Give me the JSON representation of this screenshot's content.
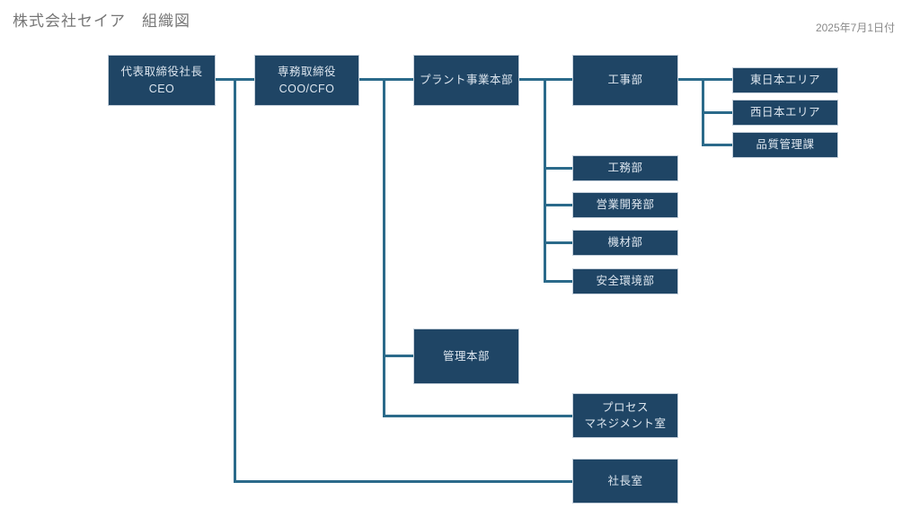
{
  "title": "株式会社セイア　組織図",
  "date": "2025年7月1日付",
  "colors": {
    "box_fill": "#1f4565",
    "box_border": "#c4cfda",
    "box_text": "#dde6ef",
    "connector": "#2b6a8a",
    "title_text": "#767676",
    "date_text": "#8a8a8a",
    "background": "#ffffff"
  },
  "nodes": {
    "ceo": {
      "label": "代表取締役社長\nCEO"
    },
    "senior_md": {
      "label": "専務取締役\nCOO/CFO"
    },
    "plant_division": {
      "label": "プラント事業本部"
    },
    "construction_dept": {
      "label": "工事部"
    },
    "east_japan_area": {
      "label": "東日本エリア"
    },
    "west_japan_area": {
      "label": "西日本エリア"
    },
    "quality_control_sec": {
      "label": "品質管理課"
    },
    "engineering_dept": {
      "label": "工務部"
    },
    "sales_dev_dept": {
      "label": "営業開発部"
    },
    "equipment_dept": {
      "label": "機材部"
    },
    "safety_env_dept": {
      "label": "安全環境部"
    },
    "admin_hq": {
      "label": "管理本部"
    },
    "process_mgmt_office": {
      "label": "プロセス\nマネジメント室"
    },
    "president_office": {
      "label": "社長室"
    }
  },
  "hierarchy": [
    {
      "parent": "代表取締役社長 CEO",
      "children": [
        "専務取締役 COO/CFO",
        "社長室"
      ]
    },
    {
      "parent": "専務取締役 COO/CFO",
      "children": [
        "プラント事業本部",
        "管理本部",
        "プロセスマネジメント室"
      ]
    },
    {
      "parent": "プラント事業本部",
      "children": [
        "工事部",
        "工務部",
        "営業開発部",
        "機材部",
        "安全環境部"
      ]
    },
    {
      "parent": "工事部",
      "children": [
        "東日本エリア",
        "西日本エリア",
        "品質管理課"
      ]
    }
  ]
}
